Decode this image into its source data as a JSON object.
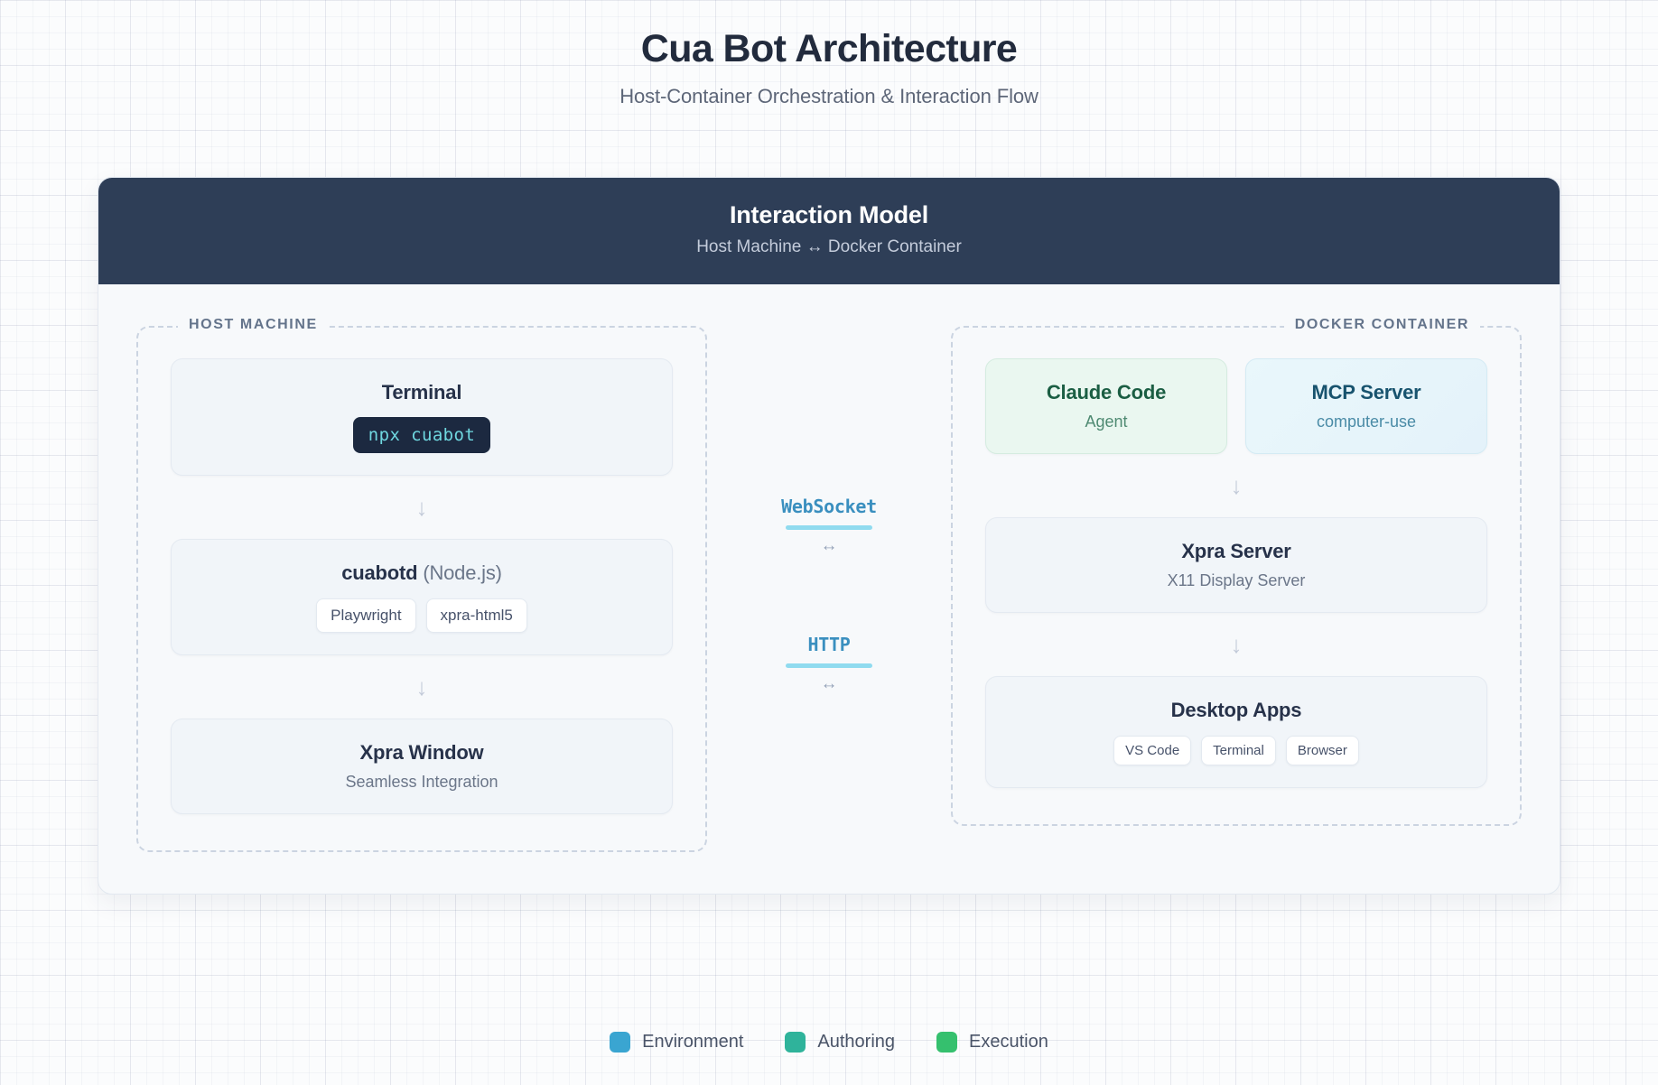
{
  "page": {
    "title": "Cua Bot Architecture",
    "subtitle": "Host-Container Orchestration & Interaction Flow"
  },
  "panel": {
    "header_title": "Interaction Model",
    "header_subtitle": "Host Machine ↔ Docker Container"
  },
  "host_zone": {
    "label": "HOST MACHINE",
    "nodes": [
      {
        "title": "Terminal",
        "code": "npx cuabot"
      },
      {
        "title": "cuabotd",
        "title_muted": "(Node.js)",
        "chips": [
          "Playwright",
          "xpra-html5"
        ]
      },
      {
        "title": "Xpra Window",
        "subtitle": "Seamless Integration"
      }
    ],
    "arrow": "↓"
  },
  "docker_zone": {
    "label": "DOCKER CONTAINER",
    "top_nodes": [
      {
        "title": "Claude Code",
        "subtitle": "Agent"
      },
      {
        "title": "MCP Server",
        "subtitle": "computer-use"
      }
    ],
    "nodes": [
      {
        "title": "Xpra Server",
        "subtitle": "X11 Display Server"
      },
      {
        "title": "Desktop Apps",
        "chips": [
          "VS Code",
          "Terminal",
          "Browser"
        ]
      }
    ],
    "arrow": "↓"
  },
  "connectors": [
    {
      "label": "WebSocket",
      "arrow": "↔"
    },
    {
      "label": "HTTP",
      "arrow": "↔"
    }
  ],
  "legend": [
    {
      "label": "Environment",
      "color": "#3aa5d1"
    },
    {
      "label": "Authoring",
      "color": "#2fb39b"
    },
    {
      "label": "Execution",
      "color": "#35c06e"
    }
  ]
}
